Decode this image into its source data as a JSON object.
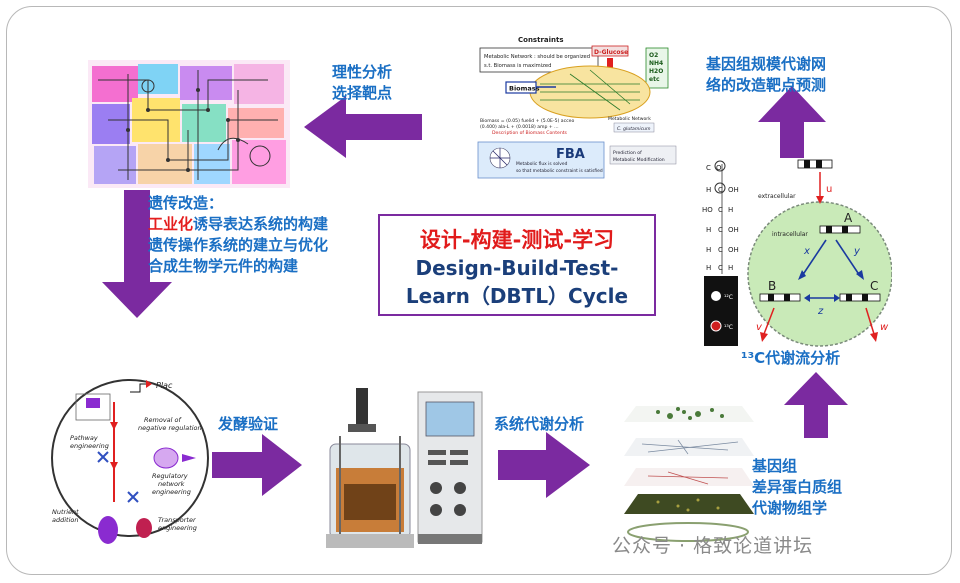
{
  "center": {
    "cn": "设计-构建-测试-学习",
    "en1": "Design-Build-Test-",
    "en2": "Learn（DBTL）Cycle"
  },
  "labels": {
    "rational": [
      "理性分析",
      "选择靶点"
    ],
    "genome": [
      "基因组规模代谢网",
      "络的改造靶点预测"
    ],
    "genetic_title": "遗传改造：",
    "genetic_hl": "工业化",
    "genetic_line1_rest": "诱导表达系统的构建",
    "genetic_line2": "遗传操作系统的建立与优化",
    "genetic_line3": "合成生物学元件的构建",
    "fermentation": "发酵验证",
    "systems": "系统代谢分析",
    "omics": [
      "基因组",
      "差异蛋白质组",
      "代谢物组学"
    ],
    "c13": "¹³C代谢流分析"
  },
  "fba": {
    "constraints": "Constraints",
    "network_line1": "Metabolic Network : should be organized",
    "network_line2": "s.t. Biomass is maximized",
    "glucose": "D-Glucose",
    "outputs": [
      "O2",
      "NH4",
      "H2O",
      "etc"
    ],
    "biomass": "Biomass",
    "formula1": "Biomass = (0.05) fuelid + (5.0E-5) acceo",
    "formula2": "(0.400) ala-L + (0.0018) amp + ...",
    "formula3": "Description of Biomass Contents",
    "metab_net": "Metabolic Network",
    "cg": "C. glutamicum",
    "fba_title": "FBA",
    "fba_desc1": "Metabolic flux is solved",
    "fba_desc2": "so that metabolic constraint is satisfied",
    "prediction1": "Prediction of",
    "prediction2": "Metabolic Modification"
  },
  "engineering": {
    "plac": "Plac",
    "removal1": "Removal of",
    "removal2": "negative regulation",
    "pathway1": "Pathway",
    "pathway2": "engineering",
    "regulatory1": "Regulatory",
    "regulatory2": "network",
    "regulatory3": "engineering",
    "nutrient1": "Nutrient",
    "nutrient2": "addition",
    "transporter1": "Transporter",
    "transporter2": "engineering"
  },
  "flux": {
    "extracellular": "extracellular",
    "intracellular": "intracellular",
    "nodes": [
      "A",
      "B",
      "C"
    ],
    "edges": [
      "x",
      "y",
      "z"
    ],
    "fluxes": [
      "u",
      "v",
      "w"
    ],
    "c12": "¹²C",
    "c13": "¹³C"
  },
  "watermark": "公众号 · 格致论道讲坛",
  "colors": {
    "arrow": "#7b2aa0",
    "label": "#1a6fc4",
    "highlight": "#e41e1e"
  }
}
